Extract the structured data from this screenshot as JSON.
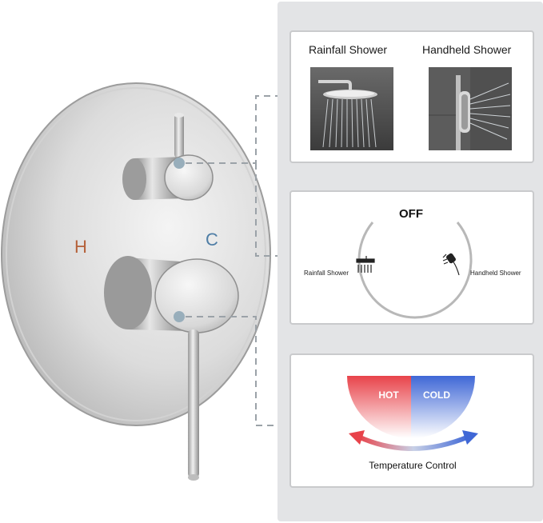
{
  "markers": {
    "hot_letter": "H",
    "cold_letter": "C",
    "hot_color": "#b5613a",
    "cold_color": "#4f7ea6"
  },
  "outlet_panel": {
    "rainfall_label": "Rainfall Shower",
    "handheld_label": "Handheld Shower"
  },
  "diverter_panel": {
    "off_label": "OFF",
    "left_label": "Rainfall Shower",
    "right_label": "Handheld Shower"
  },
  "temperature_panel": {
    "hot_label": "HOT",
    "cold_label": "COLD",
    "caption": "Temperature Control",
    "hot_color": "#e8434a",
    "cold_color": "#3f67d6"
  }
}
